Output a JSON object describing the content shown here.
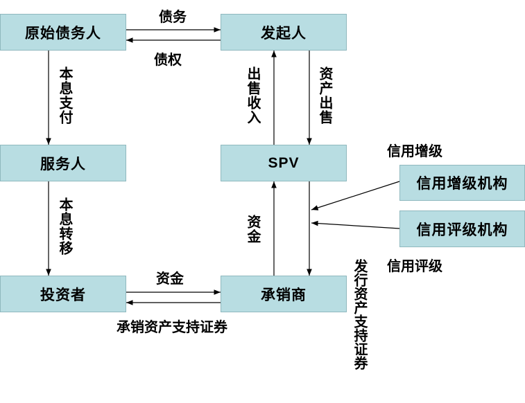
{
  "nodes": {
    "original_debtor": "原始债务人",
    "originator": "发起人",
    "servicer": "服务人",
    "spv": "SPV",
    "credit_enhancement_agency": "信用增级机构",
    "credit_rating_agency": "信用评级机构",
    "investor": "投资者",
    "underwriter": "承销商"
  },
  "edges": {
    "debt": "债务",
    "claim": "债权",
    "principal_interest_payment": "本息支付",
    "sale_proceeds": "出售收入",
    "asset_sale": "资产出售",
    "credit_enhancement": "信用增级",
    "principal_interest_transfer": "本息转移",
    "funds_spv": "资金",
    "credit_rating": "信用评级",
    "funds_investor": "资金",
    "underwrite_abs": "承销资产支持证券",
    "issue_abs": "发行资产支持证券"
  }
}
